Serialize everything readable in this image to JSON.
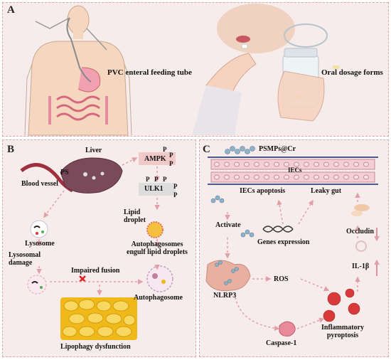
{
  "panel_a": {
    "label": "A",
    "feeding_tube_label": "PVC enteral feeding tube",
    "oral_forms_label": "Oral dosage forms"
  },
  "panel_b": {
    "label": "B",
    "liver": "Liver",
    "ps": "PS",
    "blood_vessel": "Blood vessel",
    "ampk": "AMPK",
    "ulk1": "ULK1",
    "p": "P",
    "lipid_droplet": "Lipid\ndroplet",
    "autophagosomes_engulf": "Autophagosomes\nengulf lipid droplets",
    "lysosome": "Lysosome",
    "lysosomal_damage": "Lysosomal\ndamage",
    "impaired_fusion": "Impaired fusion",
    "autophagosome": "Autophagosome",
    "lipophagy_dysfunction": "Lipophagy dysfunction"
  },
  "panel_c": {
    "label": "C",
    "psmps": "PSMPs@Cr",
    "iecs": "IECs",
    "iecs_apoptosis": "IECs apoptosis",
    "leaky_gut": "Leaky gut",
    "activate": "Activate",
    "genes_expression": "Genes expression",
    "occludin": "Occludin",
    "il1b": "IL-1β",
    "ros": "ROS",
    "nlrp3": "NLRP3",
    "caspase1": "Caspase-1",
    "inflammatory_pyroptosis": "Inflammatory\npyroptosis"
  },
  "colors": {
    "panel_bg": "#f7ecec",
    "dashed_border": "#d9a9a9",
    "arrow": "#e0a0a8",
    "ampk_box": "#f2c9c9",
    "ulk1_box": "#dddddd",
    "liver": "#7a4a5a",
    "lipid": "#f0b818",
    "cell_red": "#d83a3a",
    "nlrp3": "#e8b0a0",
    "skin": "#f5d6bf"
  }
}
